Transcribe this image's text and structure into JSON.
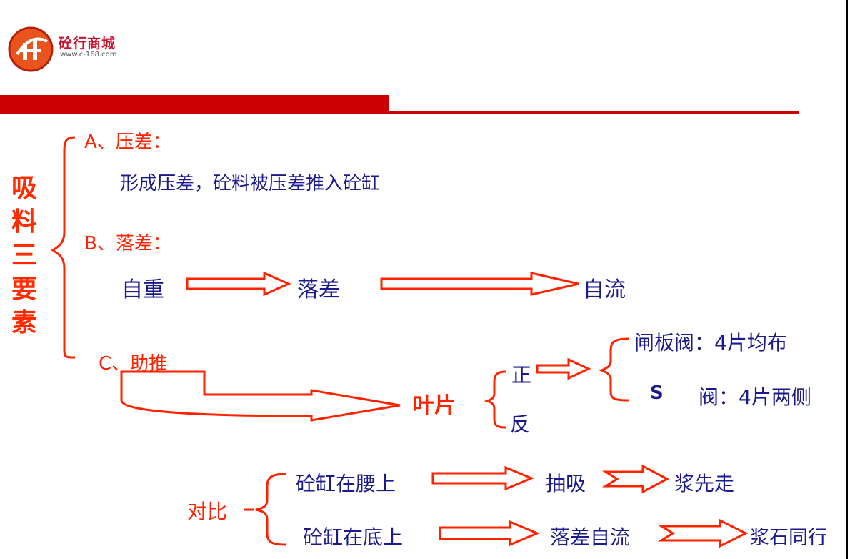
{
  "logo": {
    "name": "砼行商城",
    "url": "www.c-168.com"
  },
  "title": "吸料三要素",
  "sections": {
    "a": {
      "heading": "A、压差：",
      "text": "形成压差，砼料被压差推入砼缸"
    },
    "b": {
      "heading": "B、落差：",
      "flow": [
        "自重",
        "落差",
        "自流"
      ]
    },
    "c": {
      "heading": "C、助推",
      "blade": "叶片",
      "forward": "正",
      "reverse": "反",
      "valve_gate": "闸板阀：4片均布",
      "valve_s_letter": "S",
      "valve_s_text": "阀：4片两侧"
    }
  },
  "compare": {
    "label": "对比",
    "row1": [
      "砼缸在腰上",
      "抽吸",
      "浆先走"
    ],
    "row2": [
      "砼缸在底上",
      "落差自流",
      "浆石同行"
    ]
  },
  "colors": {
    "heading_red": "#ff2200",
    "text_blue": "#1a1a8c",
    "bar_red": "#cc0000"
  }
}
